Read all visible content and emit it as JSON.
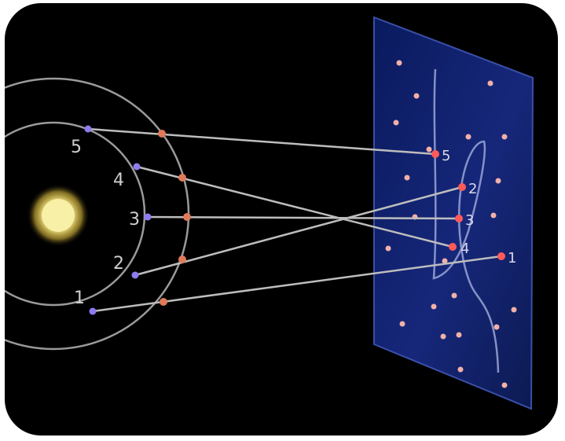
{
  "colors": {
    "background": "#000000",
    "orbit": "#9a9a9a",
    "sight_line": "#bdbdbd",
    "sun": "#f6f0a0",
    "earth_dot": "#8c7cf0",
    "planet_dot": "#e07a5a",
    "screen": "#13236e",
    "star": "#f2b0a8",
    "projected_point": "#ff5a5a",
    "loop_path": "#9aa6d6"
  },
  "earth_positions": [
    {
      "label": "5"
    },
    {
      "label": "4"
    },
    {
      "label": "3"
    },
    {
      "label": "2"
    },
    {
      "label": "1"
    }
  ],
  "projected_positions": [
    {
      "label": "5"
    },
    {
      "label": "2"
    },
    {
      "label": "3"
    },
    {
      "label": "4"
    },
    {
      "label": "1"
    }
  ]
}
